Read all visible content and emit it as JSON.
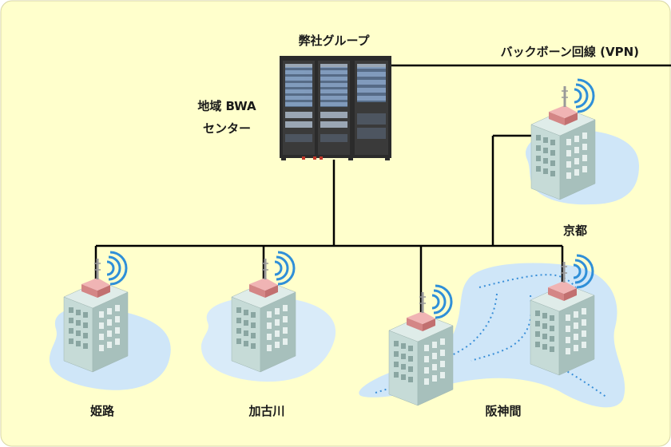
{
  "labels": {
    "company": "弊社グループ",
    "backbone": "バックボーン回線 (VPN)",
    "center_line1": "地域 BWA",
    "center_line2": "センター",
    "sites": {
      "himeji": "姫路",
      "kakogawa": "加古川",
      "hanshinkan": "阪神間",
      "kyoto": "京都"
    }
  },
  "colors": {
    "background": "#ffffcc",
    "coverage": "#cfe6f8",
    "building": "#b9d0cc",
    "antenna_base": "#e5a2a2",
    "line": "#000000",
    "signal": "#2f8fd8"
  }
}
